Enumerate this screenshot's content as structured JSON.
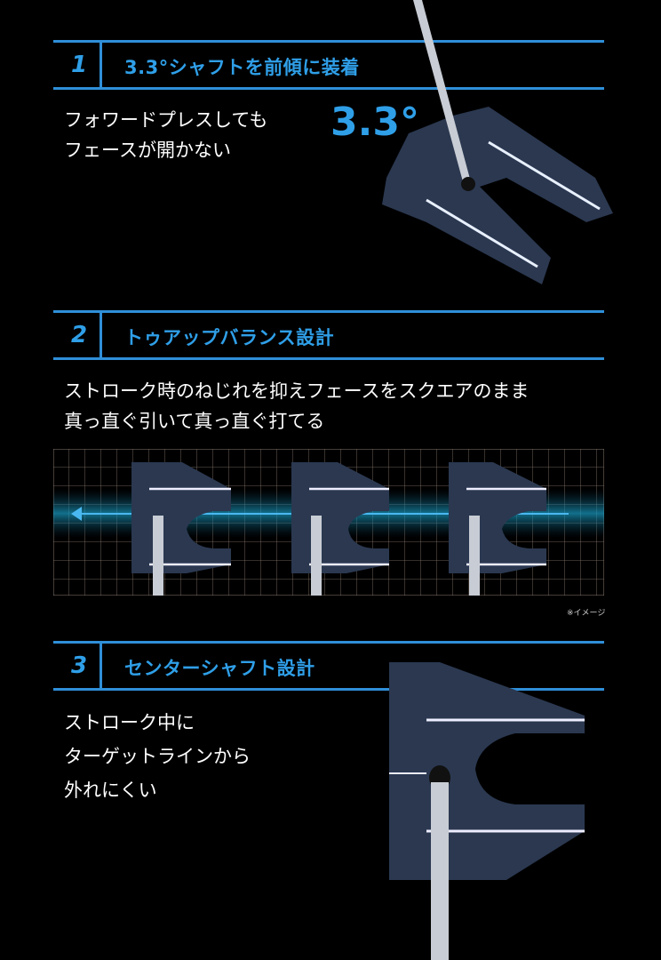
{
  "sections": [
    {
      "number": "1",
      "title": "3.3°シャフトを前傾に装着",
      "body": "フォワードプレスしても\nフェースが開かない",
      "highlight": "3.3°"
    },
    {
      "number": "2",
      "title": "トゥアップバランス設計",
      "body": "ストローク時のねじれを抑えフェースをスクエアのまま\n真っ直ぐ引いて真っ直ぐ打てる",
      "note": "※イメージ"
    },
    {
      "number": "3",
      "title": "センターシャフト設計",
      "body": "ストローク中に\nターゲットラインから\n外れにくい"
    }
  ],
  "colors": {
    "accent": "#2f9fe8",
    "background": "#000000",
    "putter": "#2b3850"
  }
}
